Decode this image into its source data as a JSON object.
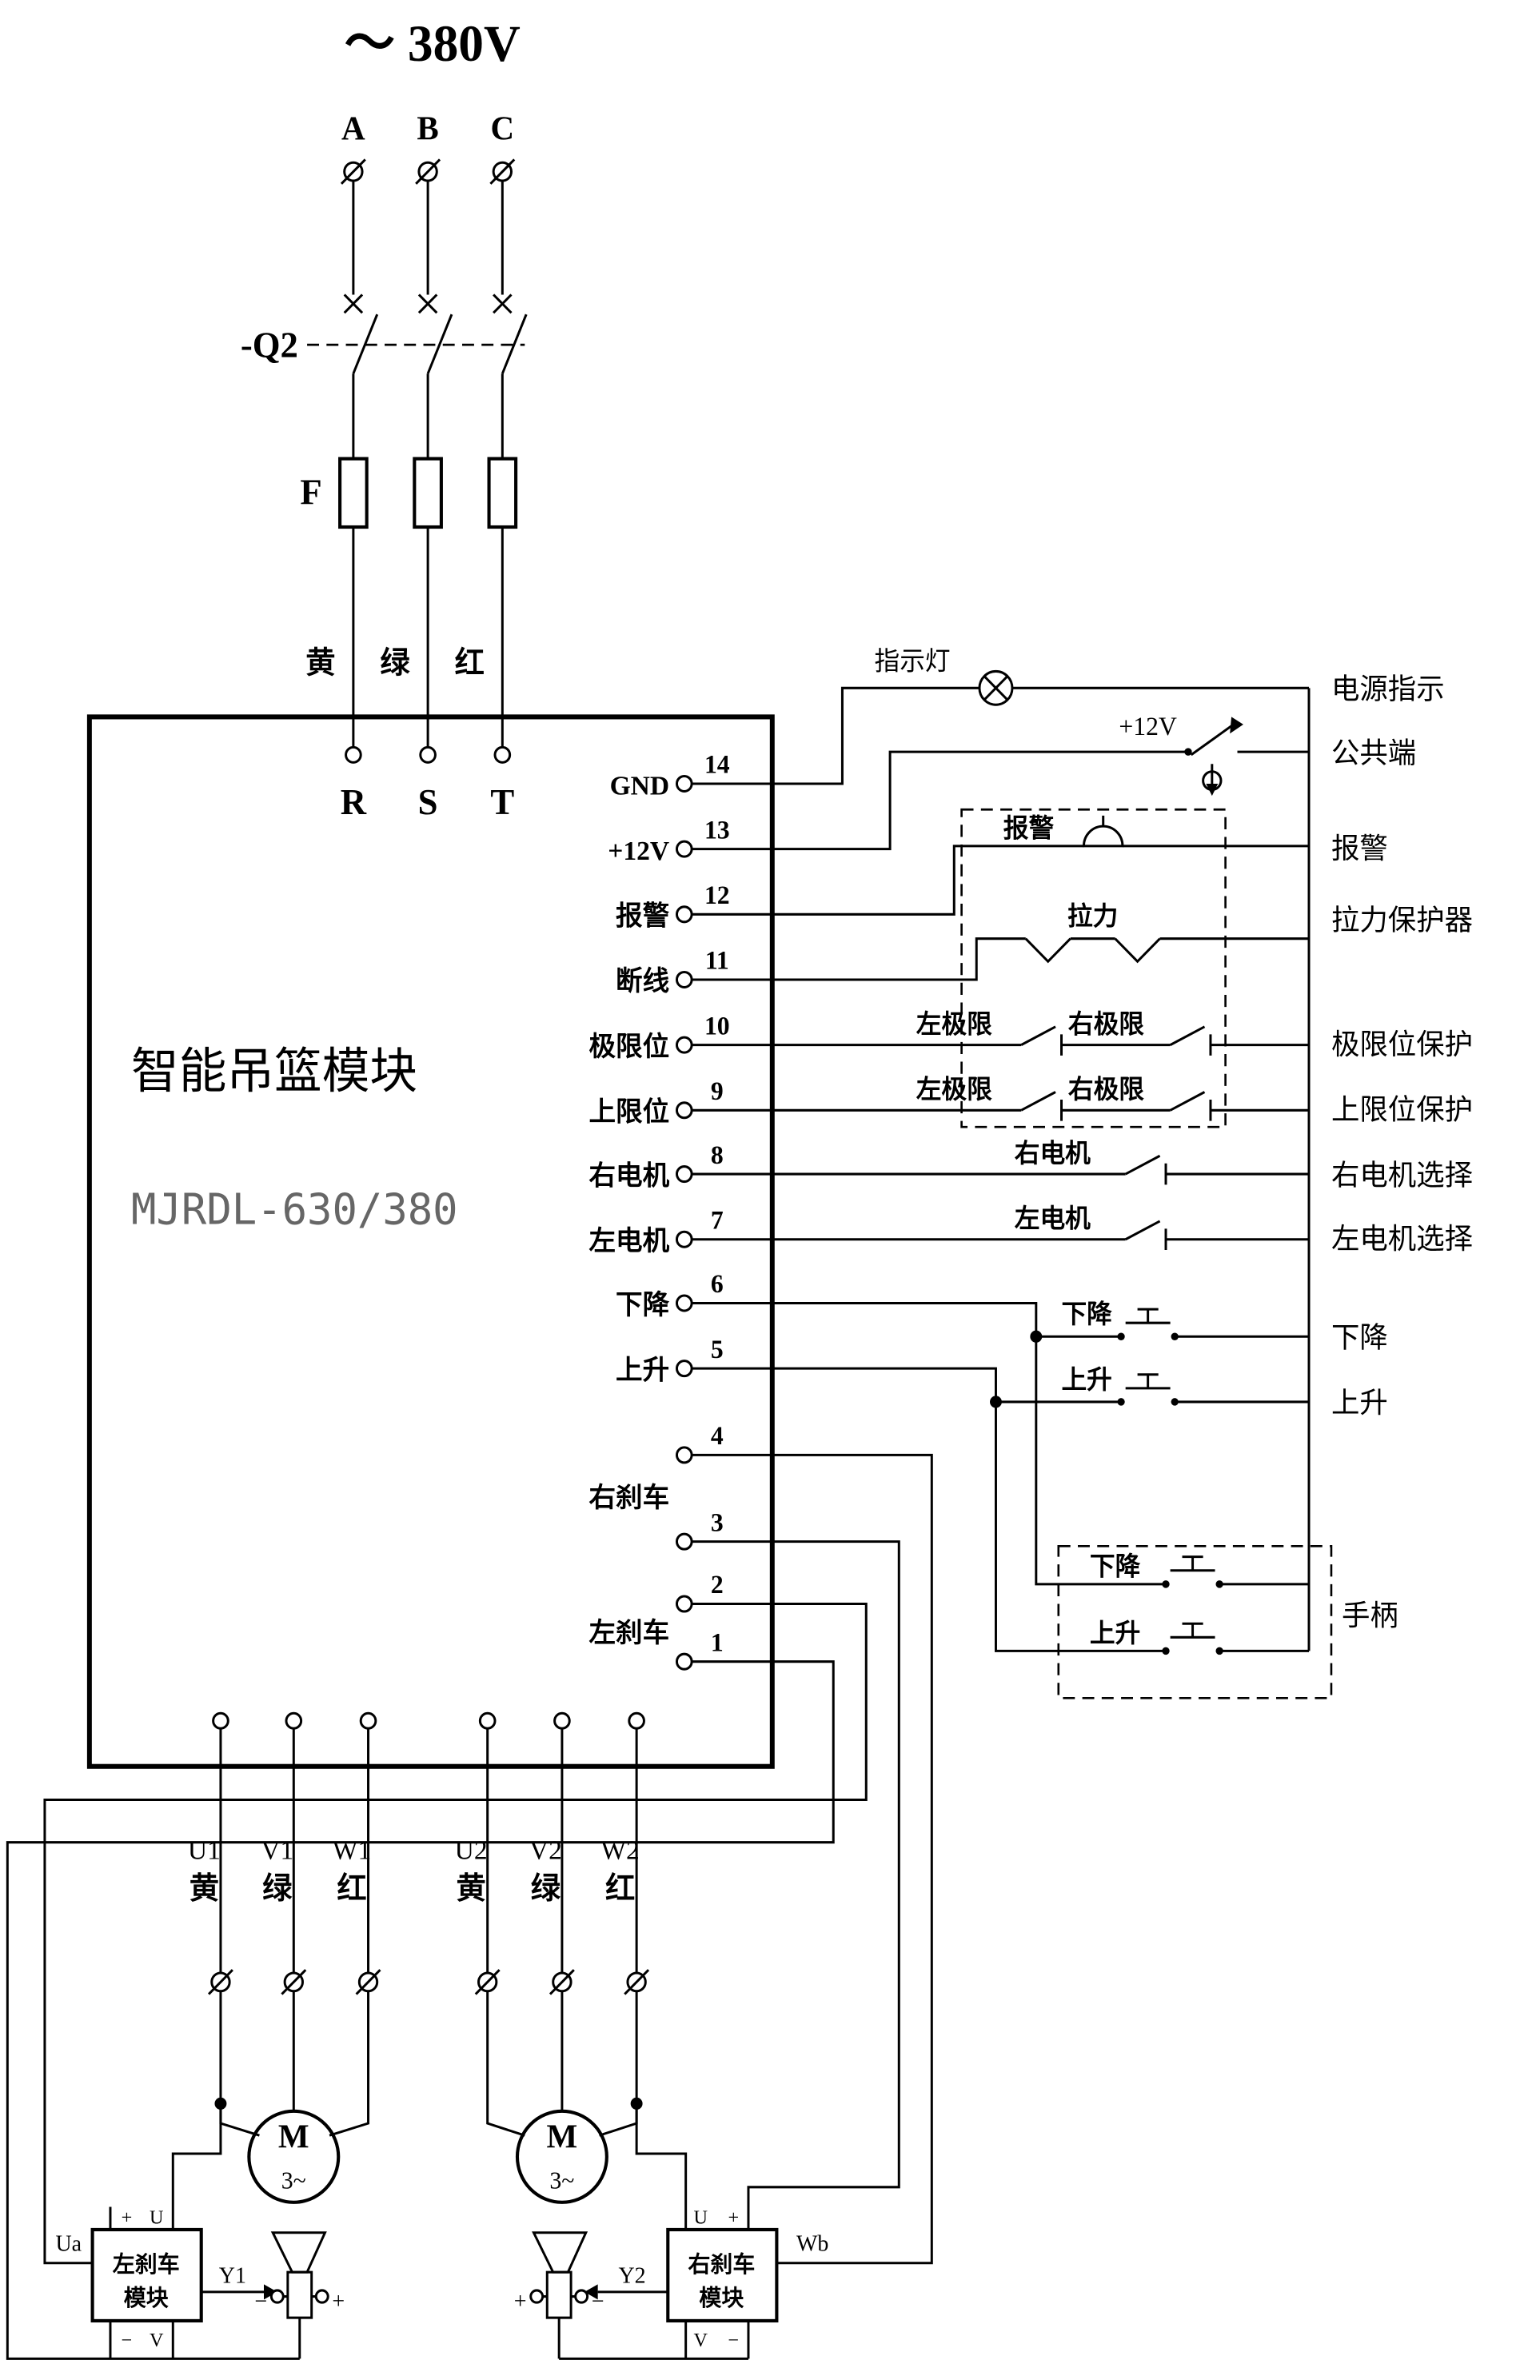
{
  "header": {
    "voltage": "～ 380V",
    "phase_a": "A",
    "phase_b": "B",
    "phase_c": "C",
    "breaker": "-Q2",
    "fuse": "F",
    "yellow": "黄",
    "green": "绿",
    "red": "红"
  },
  "module": {
    "title": "智能吊篮模块",
    "model": "MJRDL-630/380",
    "r": "R",
    "s": "S",
    "t": "T",
    "pins": [
      {
        "no": "14",
        "label": "GND"
      },
      {
        "no": "13",
        "label": "+12V"
      },
      {
        "no": "12",
        "label": "报警"
      },
      {
        "no": "11",
        "label": "断线"
      },
      {
        "no": "10",
        "label": "极限位"
      },
      {
        "no": "9",
        "label": "上限位"
      },
      {
        "no": "8",
        "label": "右电机"
      },
      {
        "no": "7",
        "label": "左电机"
      },
      {
        "no": "6",
        "label": "下降"
      },
      {
        "no": "5",
        "label": "上升"
      },
      {
        "no": "4",
        "label": ""
      },
      {
        "no": "3",
        "label": "右刹车"
      },
      {
        "no": "2",
        "label": ""
      },
      {
        "no": "1",
        "label": "左刹车"
      }
    ],
    "out_u1": "U1",
    "out_v1": "V1",
    "out_w1": "W1",
    "out_u2": "U2",
    "out_v2": "V2",
    "out_w2": "W2"
  },
  "right": {
    "indicator": "指示灯",
    "v12": "+12V",
    "alarm": "报警",
    "tension": "拉力",
    "left_limit": "左极限",
    "right_limit": "右极限",
    "right_motor": "右电机",
    "left_motor": "左电机",
    "down": "下降",
    "up": "上升",
    "power_indicator": "电源指示",
    "common": "公共端",
    "alarm_out": "报警",
    "tension_protector": "拉力保护器",
    "limit_protection": "极限位保护",
    "upper_limit_protection": "上限位保护",
    "right_motor_select": "右电机选择",
    "left_motor_select": "左电机选择",
    "down_out": "下降",
    "up_out": "上升",
    "handle": "手柄"
  },
  "bottom": {
    "motor_label": "M",
    "motor_phase": "3~",
    "ua": "Ua",
    "wb": "Wb",
    "y1": "Y1",
    "y2": "Y2",
    "left_brake_line1": "左刹车",
    "right_brake_line1": "右刹车",
    "brake_line2": "模块",
    "plus": "+",
    "minus": "−",
    "u": "U",
    "v": "V"
  }
}
